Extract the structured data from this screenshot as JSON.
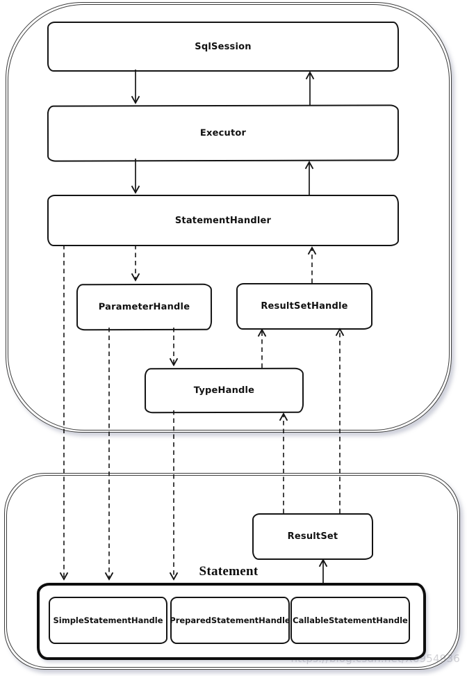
{
  "diagram": {
    "title_note": "",
    "nodes": {
      "sqlsession": {
        "label": "SqlSession"
      },
      "executor": {
        "label": "Executor"
      },
      "statement_handler": {
        "label": "StatementHandler"
      },
      "parameter_handle": {
        "label": "ParameterHandle"
      },
      "resultset_handle": {
        "label": "ResultSetHandle"
      },
      "type_handle": {
        "label": "TypeHandle"
      },
      "resultset": {
        "label": "ResultSet"
      },
      "statement_group": {
        "label": "Statement"
      },
      "simple_statement_handle": {
        "label": "SimpleStatementHandle"
      },
      "prepared_statement_handle": {
        "label": "PreparedStatementHandle"
      },
      "callable_statement_handle": {
        "label": "CallableStatementHandle"
      }
    },
    "edges": [
      {
        "from": "sqlsession",
        "to": "executor",
        "style": "solid",
        "direction": "down"
      },
      {
        "from": "executor",
        "to": "sqlsession",
        "style": "solid",
        "direction": "up"
      },
      {
        "from": "executor",
        "to": "statement_handler",
        "style": "solid",
        "direction": "down"
      },
      {
        "from": "statement_handler",
        "to": "executor",
        "style": "solid",
        "direction": "up"
      },
      {
        "from": "statement_handler",
        "to": "statement_group",
        "style": "dashed",
        "direction": "down"
      },
      {
        "from": "statement_handler",
        "to": "parameter_handle",
        "style": "dashed",
        "direction": "down"
      },
      {
        "from": "resultset_handle",
        "to": "statement_handler",
        "style": "dashed",
        "direction": "up"
      },
      {
        "from": "parameter_handle",
        "to": "statement_group",
        "style": "dashed",
        "direction": "down"
      },
      {
        "from": "parameter_handle",
        "to": "type_handle",
        "style": "dashed",
        "direction": "down"
      },
      {
        "from": "type_handle",
        "to": "resultset_handle",
        "style": "dashed",
        "direction": "up"
      },
      {
        "from": "type_handle",
        "to": "statement_group",
        "style": "dashed",
        "direction": "down"
      },
      {
        "from": "resultset",
        "to": "type_handle",
        "style": "dashed",
        "direction": "up"
      },
      {
        "from": "resultset",
        "to": "resultset_handle",
        "style": "dashed",
        "direction": "up"
      },
      {
        "from": "statement_group",
        "to": "resultset",
        "style": "solid",
        "direction": "up"
      }
    ],
    "watermark": "https://blog.csdn.net/X6954936",
    "colors": {
      "stroke": "#141414",
      "container_stroke": "#3c3c3c",
      "background": "#ffffff",
      "shadow": "rgba(125,132,158,0.38)",
      "watermark": "#d2d2d6"
    }
  }
}
